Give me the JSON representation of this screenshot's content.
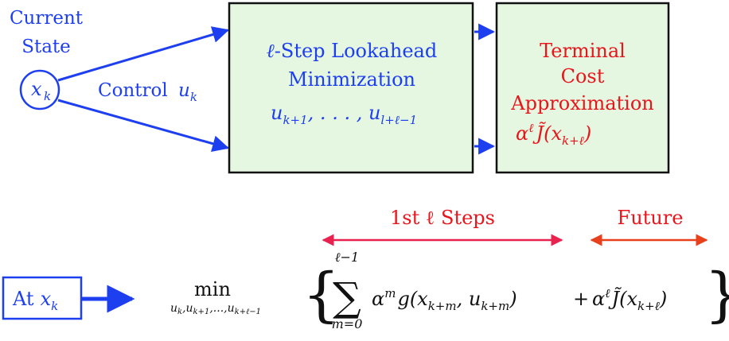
{
  "colors": {
    "blue": "#1d3ff0",
    "red": "#e8151b",
    "box_fill": "#e5f6e1",
    "arrow_pink": "#e8214f",
    "arrow_orange": "#e8401c",
    "stroke": "#111111"
  },
  "top": {
    "state_label_line1": "Current",
    "state_label_line2": "State",
    "state_symbol": "x",
    "state_subscript": "k",
    "control_label": "Control",
    "control_symbol": "u",
    "control_subscript": "k",
    "lookahead_title_symbol": "ℓ",
    "lookahead_title_rest": "-Step Lookahead",
    "lookahead_title_line2": "Minimization",
    "lookahead_controls": "u",
    "lookahead_controls_sub1": "k+1",
    "lookahead_controls_mid": ", . . . , u",
    "lookahead_controls_sub2": "l+ℓ−1",
    "terminal_line1": "Terminal",
    "terminal_line2": "Cost",
    "terminal_line3": "Approximation",
    "terminal_alpha": "α",
    "terminal_alpha_sup": "ℓ",
    "terminal_J": "J̃(x",
    "terminal_J_sub": "k+ℓ",
    "terminal_close": ")"
  },
  "bottom": {
    "first_steps_label": "1st  ℓ  Steps",
    "future_label": "Future",
    "at_label": "At",
    "at_symbol": "x",
    "at_subscript": "k",
    "min_label": "min",
    "min_subscript": "u",
    "min_subscript_parts": [
      "k",
      ",u",
      "k+1",
      ",...,u",
      "k+ℓ−1"
    ],
    "sum_upper": "ℓ−1",
    "sum_lower": "m=0",
    "sum_symbol": "∑",
    "term_alpha": "α",
    "term_alpha_sup": "m",
    "term_g": "g(x",
    "term_g_sub1": "k+m",
    "term_g_mid": ", u",
    "term_g_sub2": "k+m",
    "term_g_close": ")",
    "term_plus": "+",
    "term2_alpha": "α",
    "term2_alpha_sup": "ℓ",
    "term2_J": "J̃(x",
    "term2_J_sub": "k+ℓ",
    "term2_close": ")",
    "brace_open": "{",
    "brace_close": "}"
  }
}
